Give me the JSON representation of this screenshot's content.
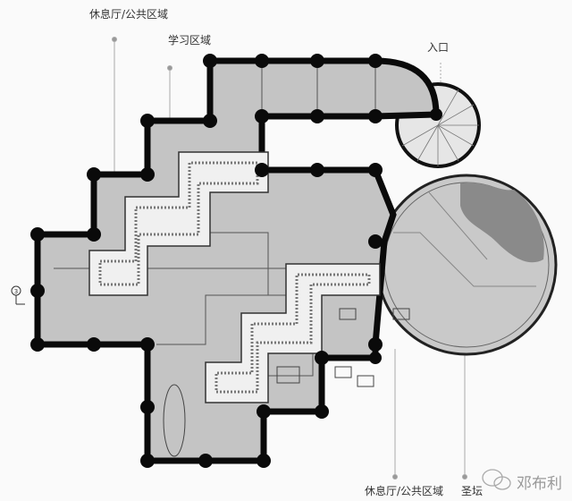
{
  "labels": {
    "top_lounge": "休息厅/公共区域",
    "study": "学习区域",
    "entrance": "入口",
    "bottom_lounge": "休息厅/公共区域",
    "altar": "圣坛",
    "section_marker": "3"
  },
  "watermark": "邓布利",
  "colors": {
    "wall": "#0a0a0a",
    "floor": "#c4c4c4",
    "stair": "#efefef",
    "chapel_dark": "#8a8a8a"
  }
}
